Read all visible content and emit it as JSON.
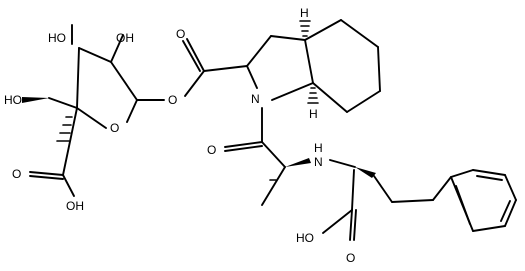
{
  "labels": {
    "ho_top": "HO",
    "oh_top": "OH",
    "ho_left": "HO",
    "ring_o": "O",
    "ester_link_o": "O",
    "ester_carbonyl_o": "O",
    "acid_o_left": "O",
    "acid_oh_left": "OH",
    "n_ring": "N",
    "amide_o": "O",
    "nh": "H",
    "nh_n": "N",
    "h_top": "H",
    "h_bottom": "H",
    "acid_ho_right": "HO",
    "acid_o_right": "O"
  }
}
